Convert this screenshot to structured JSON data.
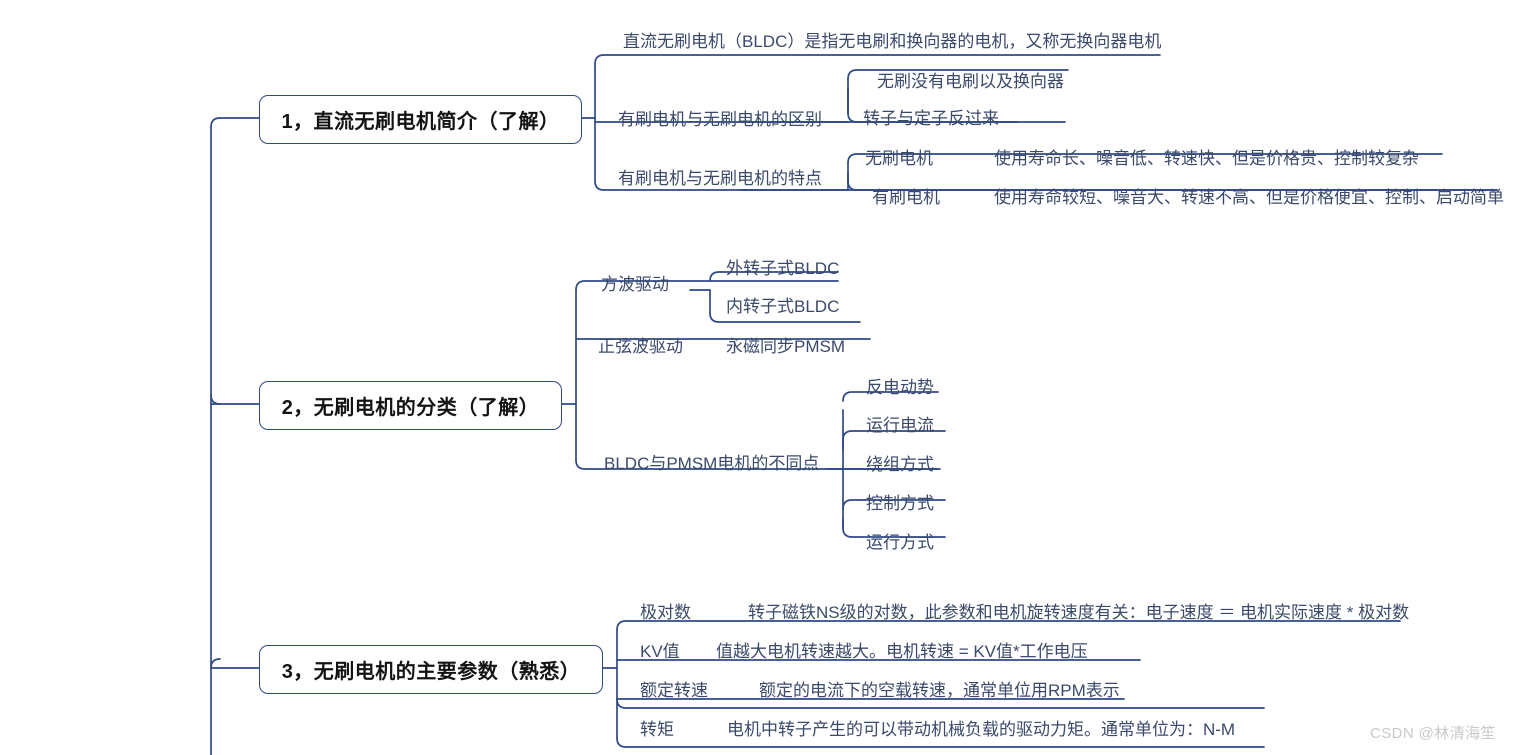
{
  "document": {
    "type": "mindmap",
    "title": "无刷电机思维导图",
    "watermark": "CSDN @林清海笙",
    "colors": {
      "line": "#2e4a86",
      "topic_border": "#2e4a86",
      "topic_text": "#141414",
      "leaf_text": "#3b4a6b",
      "background": "#ffffff",
      "watermark": "#c9c9c9"
    }
  },
  "topics": [
    {
      "id": "t1",
      "label": "1，直流无刷电机简介（了解）"
    },
    {
      "id": "t2",
      "label": "2，无刷电机的分类（了解）"
    },
    {
      "id": "t3",
      "label": "3，无刷电机的主要参数（熟悉）"
    }
  ],
  "branch1": {
    "items": [
      {
        "label": "直流无刷电机（BLDC）是指无电刷和换向器的电机，又称无换向器电机",
        "children": []
      },
      {
        "label": "有刷电机与无刷电机的区别",
        "children": [
          {
            "label": "无刷没有电刷以及换向器",
            "detail": ""
          },
          {
            "label": "转子与定子反过来",
            "detail": ""
          }
        ]
      },
      {
        "label": "有刷电机与无刷电机的特点",
        "children": [
          {
            "label": "无刷电机",
            "detail": "使用寿命长、噪音低、转速快、但是价格贵、控制较复杂"
          },
          {
            "label": "有刷电机",
            "detail": "使用寿命较短、噪音大、转速不高、但是价格便宜、控制、启动简单"
          }
        ]
      }
    ]
  },
  "branch2": {
    "items": [
      {
        "label": "方波驱动",
        "children": [
          {
            "label": "外转子式BLDC"
          },
          {
            "label": "内转子式BLDC"
          }
        ]
      },
      {
        "label": "正弦波驱动",
        "children": [
          {
            "label": "永磁同步PMSM"
          }
        ]
      },
      {
        "label": "BLDC与PMSM电机的不同点",
        "children": [
          {
            "label": "反电动势"
          },
          {
            "label": "运行电流"
          },
          {
            "label": "绕组方式"
          },
          {
            "label": "控制方式"
          },
          {
            "label": "运行方式"
          }
        ]
      }
    ]
  },
  "branch3": {
    "items": [
      {
        "label": "极对数",
        "detail": "转子磁铁NS级的对数，此参数和电机旋转速度有关：电子速度 ＝ 电机实际速度 * 极对数"
      },
      {
        "label": "KV值",
        "detail": "值越大电机转速越大。电机转速 = KV值*工作电压"
      },
      {
        "label": "额定转速",
        "detail": "额定的电流下的空载转速，通常单位用RPM表示"
      },
      {
        "label": "转矩",
        "detail": "电机中转子产生的可以带动机械负载的驱动力矩。通常单位为：N-M"
      }
    ]
  }
}
